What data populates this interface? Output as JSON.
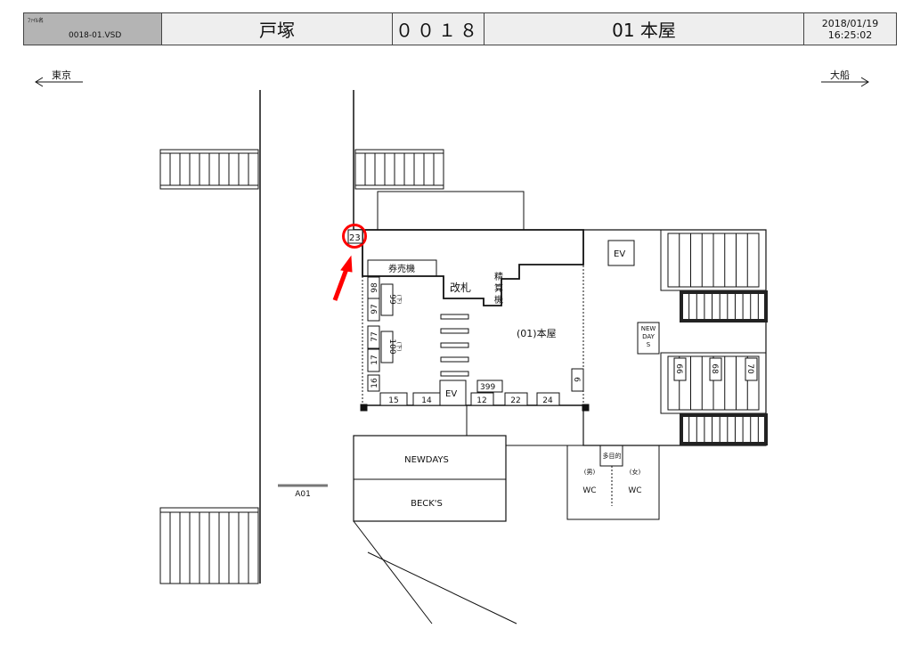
{
  "header": {
    "file_label": "ﾌｧｲﾙ名",
    "file_name": "0018-01.VSD",
    "station": "戸塚",
    "code": "００１８",
    "floor": "01 本屋",
    "date": "2018/01/19",
    "time": "16:25:02"
  },
  "directions": {
    "left": "東京",
    "right": "大船"
  },
  "plan": {
    "marker": "23",
    "ticket_machine": "券売機",
    "gate": "改札",
    "fare_adjust": [
      "精",
      "算",
      "機"
    ],
    "area": "(01)本屋",
    "ev1": "EV",
    "ev2": "EV",
    "left_items": [
      "98",
      "97",
      "77",
      "17",
      "16"
    ],
    "tall_items": [
      "99",
      "100"
    ],
    "down_note": "(下)",
    "bottom_items": [
      "15",
      "14",
      "12",
      "22",
      "24"
    ],
    "item_399": "399",
    "item_6": "6",
    "stair_items": [
      "66",
      "68",
      "70"
    ],
    "newdays_small": [
      "NEW",
      "DAY",
      "S"
    ],
    "newdays": "NEWDAYS",
    "becks": "BECK'S",
    "a01": "A01",
    "multi": "多目的",
    "men": "(男)",
    "women": "(女)",
    "wc": "WC"
  },
  "colors": {
    "highlight": "#ff0000",
    "header_gray": "#b4b4b4"
  }
}
